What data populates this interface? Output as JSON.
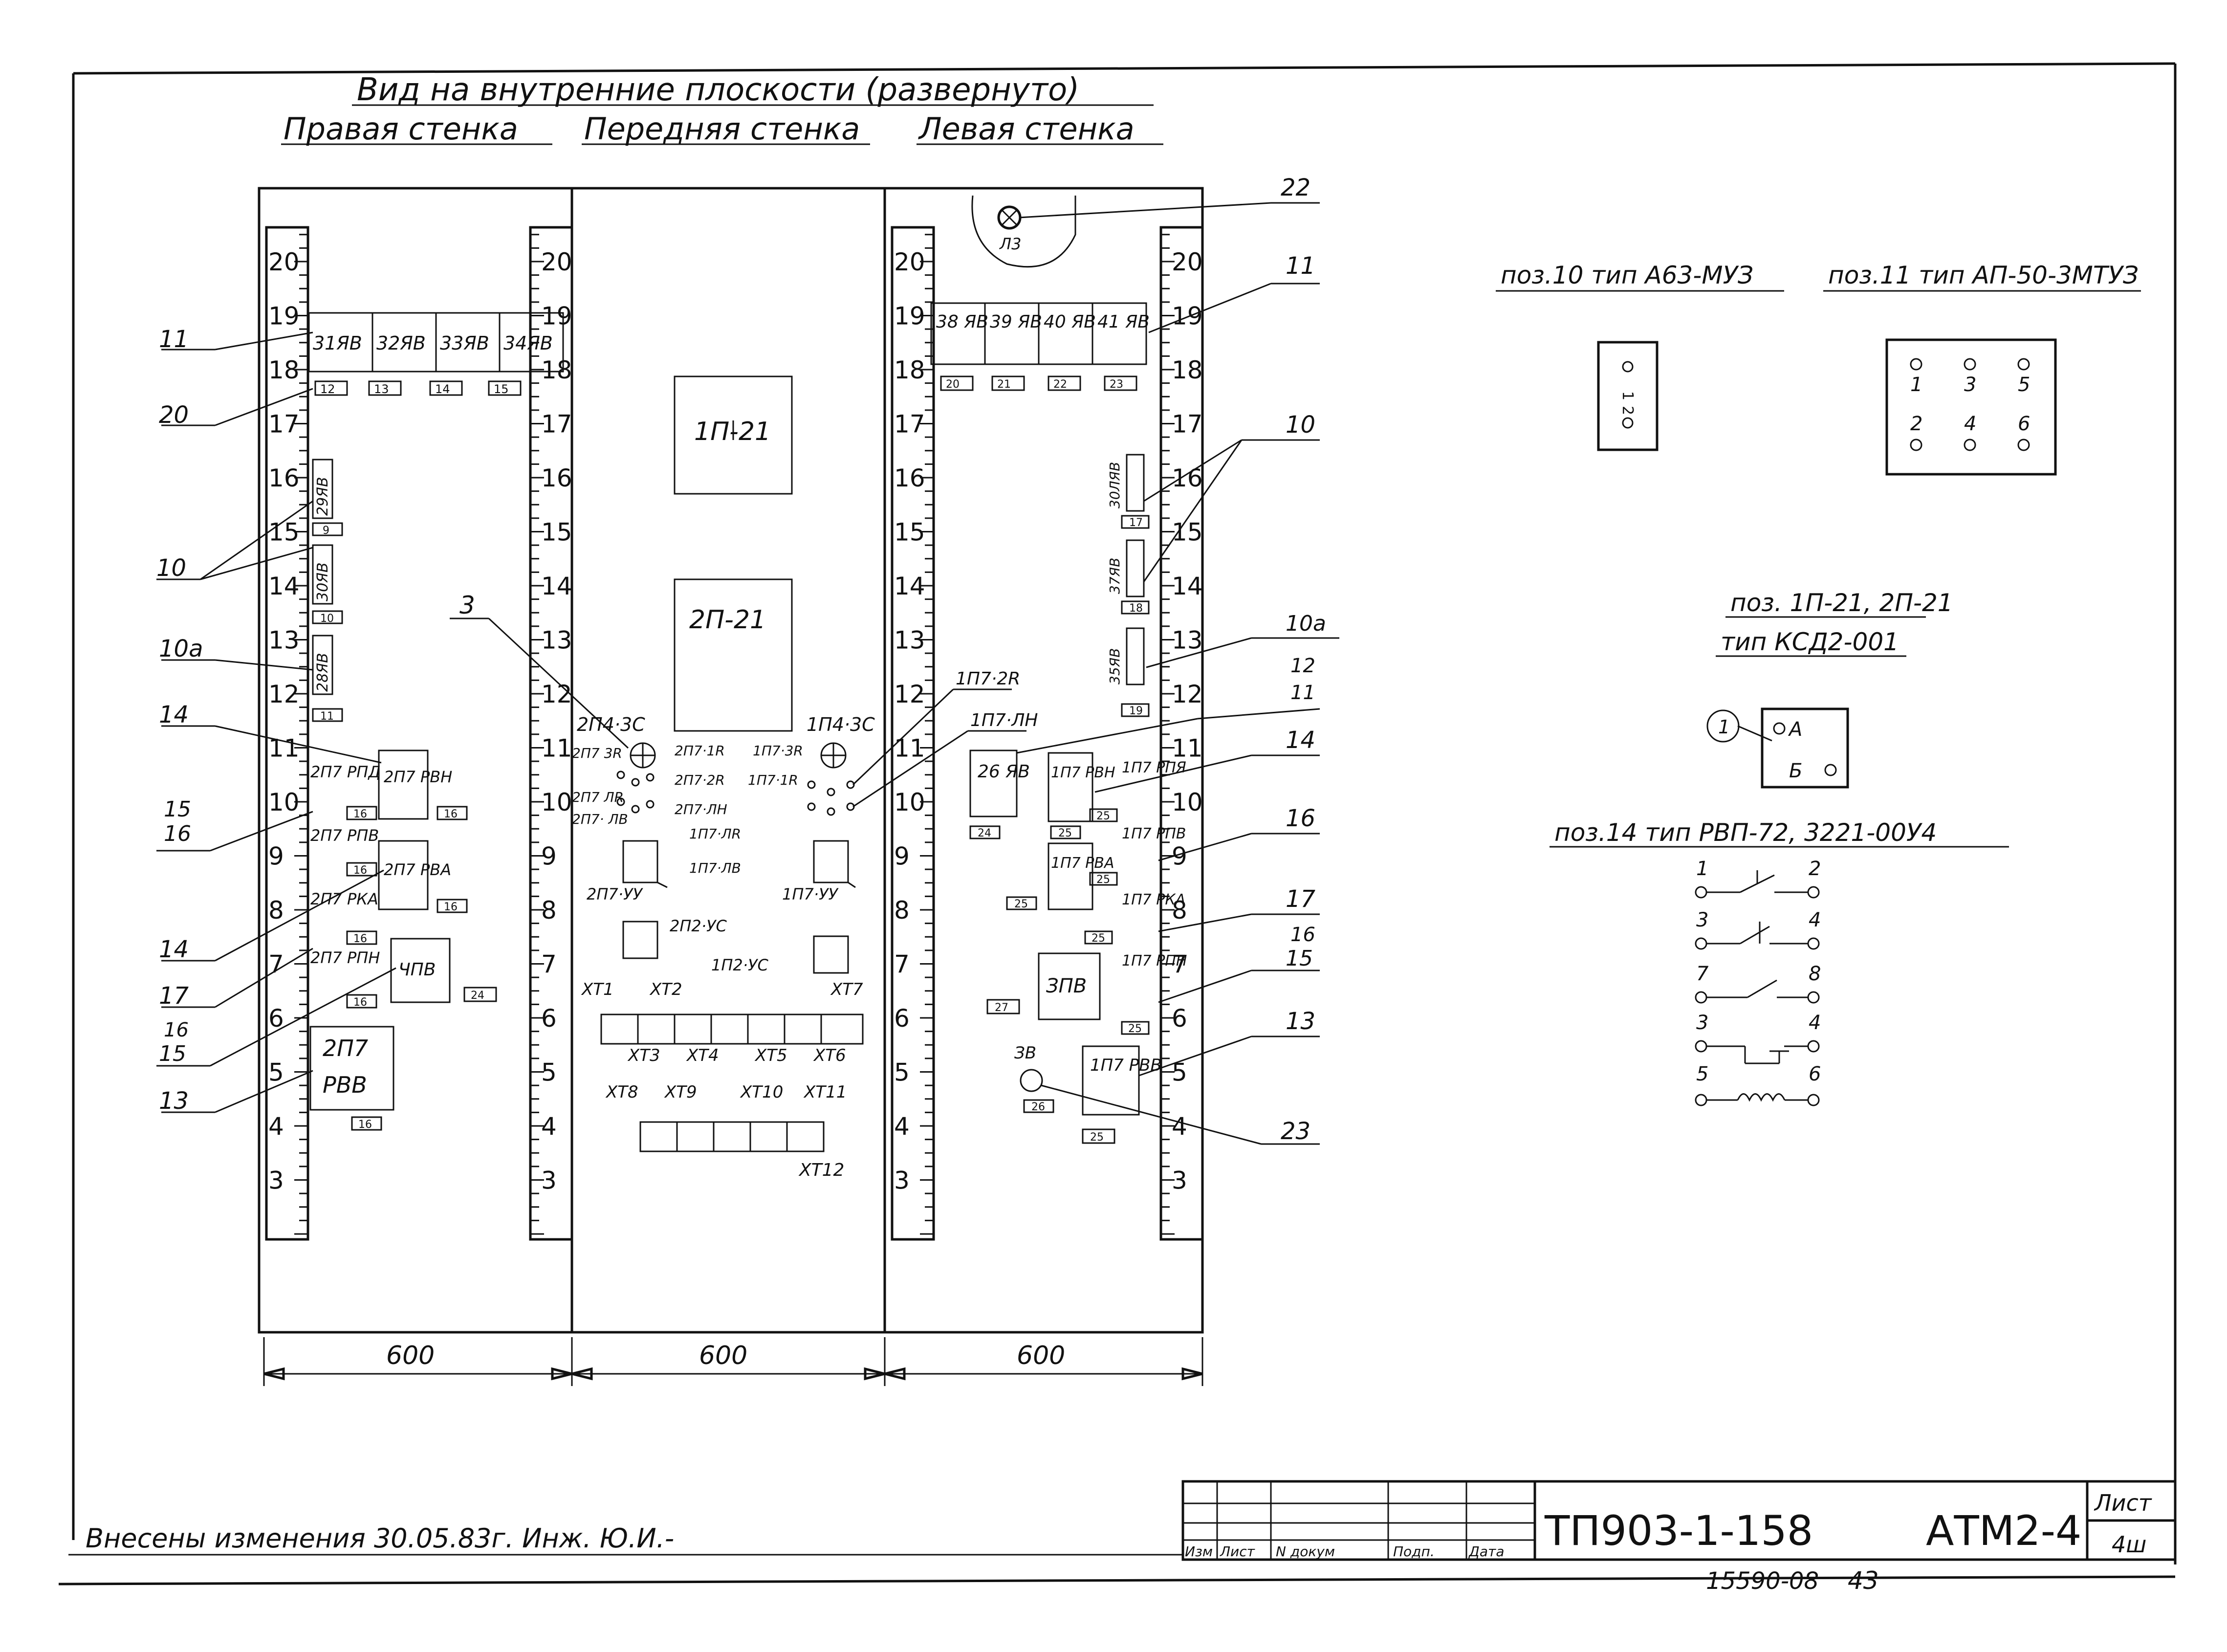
{
  "header": {
    "title": "Вид на внутренние плоскости (развернуто)",
    "right_wall": "Правая стенка",
    "front_wall": "Передняя стенка",
    "left_wall": "Левая стенка"
  },
  "rail_numbers": [
    "20",
    "19",
    "18",
    "17",
    "16",
    "15",
    "14",
    "13",
    "12",
    "11",
    "10",
    "9",
    "8",
    "7",
    "6",
    "5",
    "4",
    "3"
  ],
  "dimension": "600",
  "right_wall": {
    "breakers": [
      "31ЯВ",
      "32ЯВ",
      "33ЯВ",
      "34ЯВ"
    ],
    "breaker_tags": [
      "12",
      "13",
      "14",
      "15"
    ],
    "vertical_breakers": [
      "29ЯВ",
      "30ЯВ",
      "28ЯВ"
    ],
    "vertical_tags": [
      "9",
      "10",
      "11"
    ],
    "relay_labels": [
      "2П7 РПД",
      "2П7 РПВ",
      "2П7 РКА",
      "2П7 РПН"
    ],
    "rvn": "2П7 РВН",
    "rva": "2П7 РВА",
    "chpv": "ЧПВ",
    "rvv_top": "2П7",
    "rvv_bottom": "РВВ",
    "tags": [
      "16",
      "16",
      "16",
      "16",
      "16",
      "16",
      "16",
      "24"
    ],
    "leaders": [
      "11",
      "20",
      "10",
      "10а",
      "14",
      "15",
      "16",
      "14",
      "17",
      "16",
      "15",
      "13"
    ]
  },
  "front_wall": {
    "p21_1": "1П-21",
    "p21_2": "2П-21",
    "leader_3": "3",
    "lamp_left": "2П4·3С",
    "lamp_right": "1П4·3С",
    "left_contacts": [
      "2П7 3R",
      "2П7 ЛR",
      "2П7· ЛВ"
    ],
    "left_contacts_r": [
      "2П7·1R",
      "2П7·2R",
      "2П7·ЛН"
    ],
    "right_contacts": [
      "1П7·3R",
      "1П7·1R",
      "1П7·ЛR",
      "1П7·ЛВ"
    ],
    "uy_left": "2П7·УУ",
    "uy_right": "1П7·УУ",
    "uc_left": "2П2·УС",
    "uc_right": "1П2·УС",
    "terminals_top": [
      "XT1",
      "XT2",
      "XT7"
    ],
    "terminals_mid": [
      "XT3",
      "XT4",
      "XT5",
      "XT6"
    ],
    "terminals_bot": [
      "XT8",
      "XT9",
      "XT10",
      "XT11"
    ],
    "terminal_last": "XT12",
    "p7_2r": "1П7·2R",
    "p7_lh": "1П7·ЛН"
  },
  "left_wall": {
    "lamp": "Л3",
    "breakers": [
      "38 ЯВ",
      "39 ЯВ",
      "40 ЯВ",
      "41 ЯВ"
    ],
    "breaker_tags": [
      "20",
      "21",
      "22",
      "23"
    ],
    "vertical_breakers": [
      "30ЛЯВ",
      "37ЯВ",
      "35ЯВ"
    ],
    "vertical_tags": [
      "17",
      "18",
      "19"
    ],
    "yv26": "26 ЯВ",
    "rvn": "1П7 РВН",
    "rva": "1П7 РВА",
    "relay_labels": [
      "1П7 РПЯ",
      "1П7 РПВ",
      "1П7 РКА",
      "1П7 РПН"
    ],
    "zpv": "ЗПВ",
    "rvv": "1П7 РВВ",
    "button": "ЗВ",
    "tags": [
      "24",
      "25",
      "25",
      "25",
      "25",
      "25",
      "27",
      "25",
      "26",
      "25"
    ],
    "leaders": [
      "22",
      "11",
      "10",
      "10а",
      "12",
      "11",
      "14",
      "16",
      "17",
      "16",
      "15",
      "13",
      "23"
    ]
  },
  "legend": {
    "pos10": "поз.10 тип А63-МУЗ",
    "pos11": "поз.11 тип АП-50-3МТУЗ",
    "pos11_pins_top": [
      "1",
      "3",
      "5"
    ],
    "pos11_pins_bot": [
      "2",
      "4",
      "6"
    ],
    "pos10_pins": [
      "1",
      "2"
    ],
    "pos_p21_line1": "поз. 1П-21, 2П-21",
    "pos_p21_line2": "тип КСД2-001",
    "ksd_callout": "1",
    "ksd_a": "А",
    "ksd_b": "Б",
    "pos14": "поз.14 тип РВП-72, 3221-00У4",
    "contacts": [
      [
        "1",
        "2"
      ],
      [
        "3",
        "4"
      ],
      [
        "7",
        "8"
      ],
      [
        "3",
        "4"
      ],
      [
        "5",
        "6"
      ]
    ]
  },
  "title_block": {
    "doc": "ТП903-1-158",
    "code": "АТМ2-4",
    "sheet_label": "Лист",
    "sheet": "4ш",
    "cols": [
      "Изм",
      "Лист",
      "N докум",
      "Подп.",
      "Дата"
    ],
    "archive": "15590-08",
    "page": "43"
  },
  "note": "Внесены изменения 30.05.83г. Инж. Ю.И.-"
}
